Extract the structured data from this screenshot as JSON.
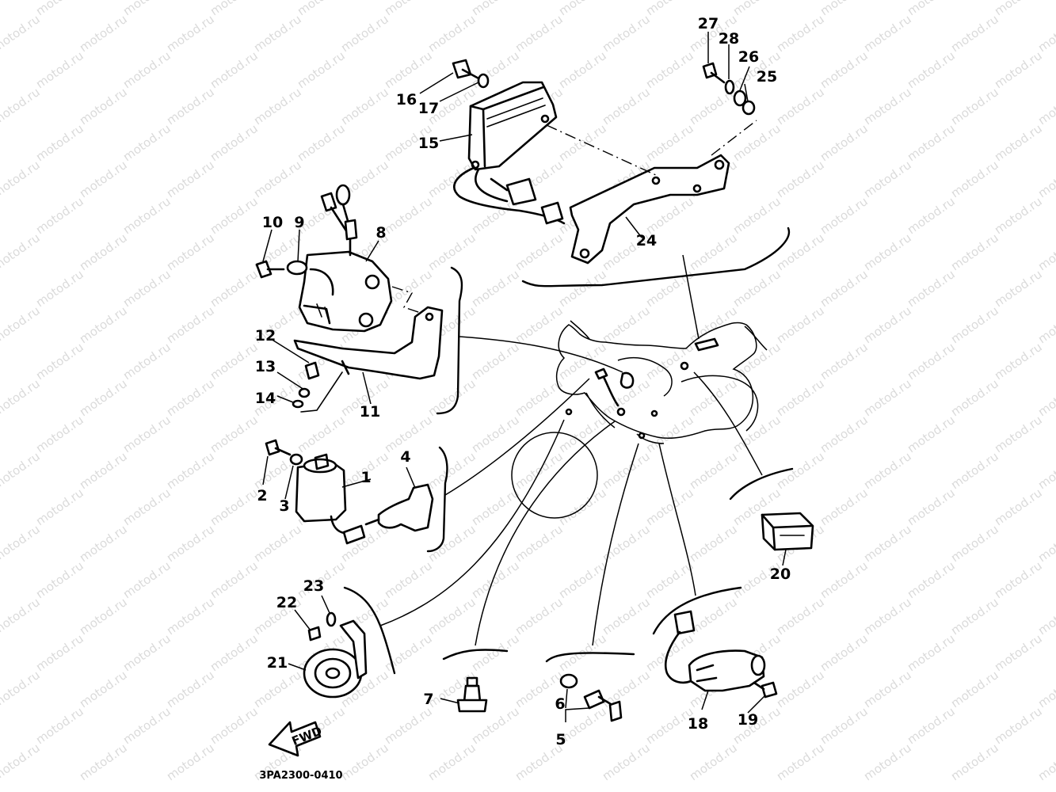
{
  "watermark": "motod.ru",
  "drawing_code": "3PA2300-0410",
  "forward_mark": "FWD",
  "callouts": [
    {
      "id": "1",
      "label": "1"
    },
    {
      "id": "2",
      "label": "2"
    },
    {
      "id": "3",
      "label": "3"
    },
    {
      "id": "4",
      "label": "4"
    },
    {
      "id": "5",
      "label": "5"
    },
    {
      "id": "6",
      "label": "6"
    },
    {
      "id": "7",
      "label": "7"
    },
    {
      "id": "8",
      "label": "8"
    },
    {
      "id": "9",
      "label": "9"
    },
    {
      "id": "10",
      "label": "10"
    },
    {
      "id": "11",
      "label": "11"
    },
    {
      "id": "12",
      "label": "12"
    },
    {
      "id": "13",
      "label": "13"
    },
    {
      "id": "14",
      "label": "14"
    },
    {
      "id": "15",
      "label": "15"
    },
    {
      "id": "16",
      "label": "16"
    },
    {
      "id": "17",
      "label": "17"
    },
    {
      "id": "18",
      "label": "18"
    },
    {
      "id": "19",
      "label": "19"
    },
    {
      "id": "20",
      "label": "20"
    },
    {
      "id": "21",
      "label": "21"
    },
    {
      "id": "22",
      "label": "22"
    },
    {
      "id": "23",
      "label": "23"
    },
    {
      "id": "24",
      "label": "24"
    },
    {
      "id": "25",
      "label": "25"
    },
    {
      "id": "26",
      "label": "26"
    },
    {
      "id": "27",
      "label": "27"
    },
    {
      "id": "28",
      "label": "28"
    }
  ]
}
